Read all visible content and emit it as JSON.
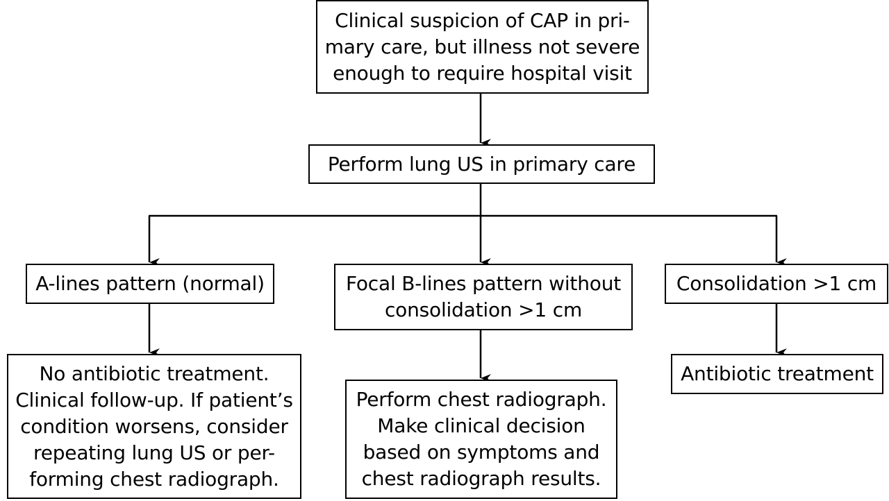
{
  "nodes": {
    "start": "Clinical suspicion of CAP in pri-\nmary care, but illness not severe\nenough to require hospital visit",
    "lung_us": "Perform lung US in primary care",
    "a_lines": "A-lines pattern (normal)",
    "focal_b_lines": "Focal B-lines pattern without\nconsolidation >1 cm",
    "consolidation": "Consolidation >1 cm",
    "no_antibiotic": "No antibiotic treatment.\nClinical follow-up. If patient’s\ncondition worsens, consider\nrepeating lung US or per-\nforming chest radiograph.",
    "chest_radiograph": "Perform chest radiograph.\nMake clinical decision\nbased on symptoms and\nchest radiograph results.",
    "antibiotic": "Antibiotic treatment"
  },
  "edges": [
    {
      "from": "start",
      "to": "lung_us"
    },
    {
      "from": "lung_us",
      "to": "a_lines"
    },
    {
      "from": "lung_us",
      "to": "focal_b_lines"
    },
    {
      "from": "lung_us",
      "to": "consolidation"
    },
    {
      "from": "a_lines",
      "to": "no_antibiotic"
    },
    {
      "from": "focal_b_lines",
      "to": "chest_radiograph"
    },
    {
      "from": "consolidation",
      "to": "antibiotic"
    }
  ],
  "colors": {
    "line": "#000000",
    "background": "#ffffff"
  }
}
